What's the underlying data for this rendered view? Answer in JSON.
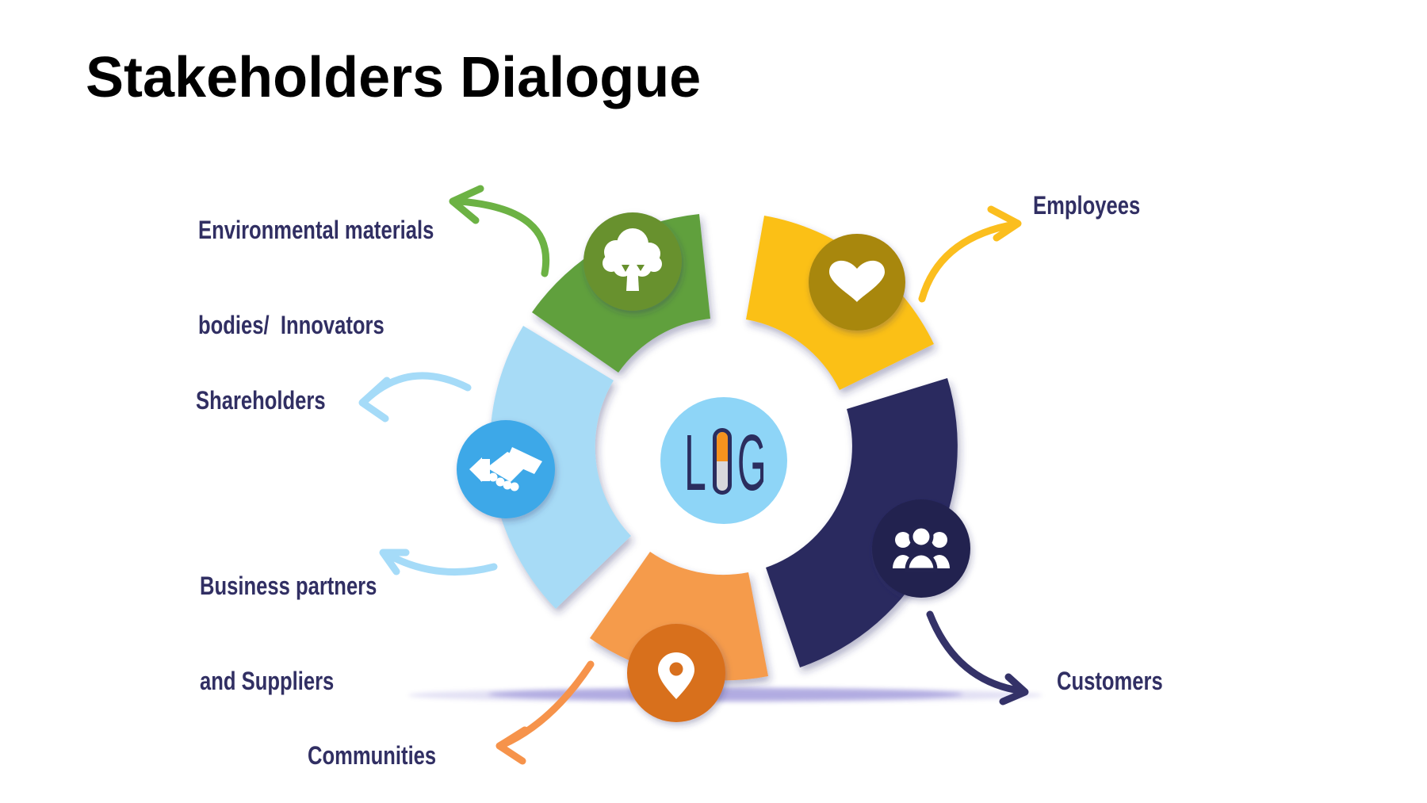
{
  "title": "Stakeholders Dialogue",
  "logo": {
    "name": "LOG",
    "letter_l": "L",
    "letter_g": "G"
  },
  "labels": {
    "environment": {
      "line1": "Environmental materials",
      "line2": "bodies/  Innovators"
    },
    "employees": "Employees",
    "shareholders": "Shareholders",
    "business_partners": {
      "line1": "Business partners",
      "line2": "and Suppliers"
    },
    "communities": "Communities",
    "customers": "Customers"
  },
  "segments": [
    {
      "name": "environment",
      "icon": "tree-icon"
    },
    {
      "name": "employees",
      "icon": "heart-icon"
    },
    {
      "name": "customers",
      "icon": "people-group-icon"
    },
    {
      "name": "communities",
      "icon": "location-pin-icon"
    },
    {
      "name": "shareholders-and-partners",
      "icon": "handshake-icon"
    }
  ],
  "colors": {
    "title_text": "#0E2356",
    "label_text": "#312F63",
    "segment_green": "#61A03C",
    "icon_green": "#68912E",
    "segment_yellow": "#FBC018",
    "icon_gold": "#A8870E",
    "segment_navy": "#2C2B5E",
    "icon_navy": "#232350",
    "segment_orange": "#F59B4B",
    "icon_orange": "#D8701E",
    "segment_lightblue": "#A7DBF6",
    "icon_blue": "#3DA8E8",
    "logo_circle": "#8ED5F7",
    "logo_text": "#2B2D5E",
    "pill_orange": "#F6921E",
    "pill_bottom": "#D8D8DC",
    "arrow_green": "#6CB244",
    "arrow_yellow": "#FBBE1E",
    "arrow_lightblue": "#A5DBF8",
    "arrow_orange": "#F6934B",
    "arrow_navy": "#343268",
    "ground_shadow": "#8178CF"
  }
}
